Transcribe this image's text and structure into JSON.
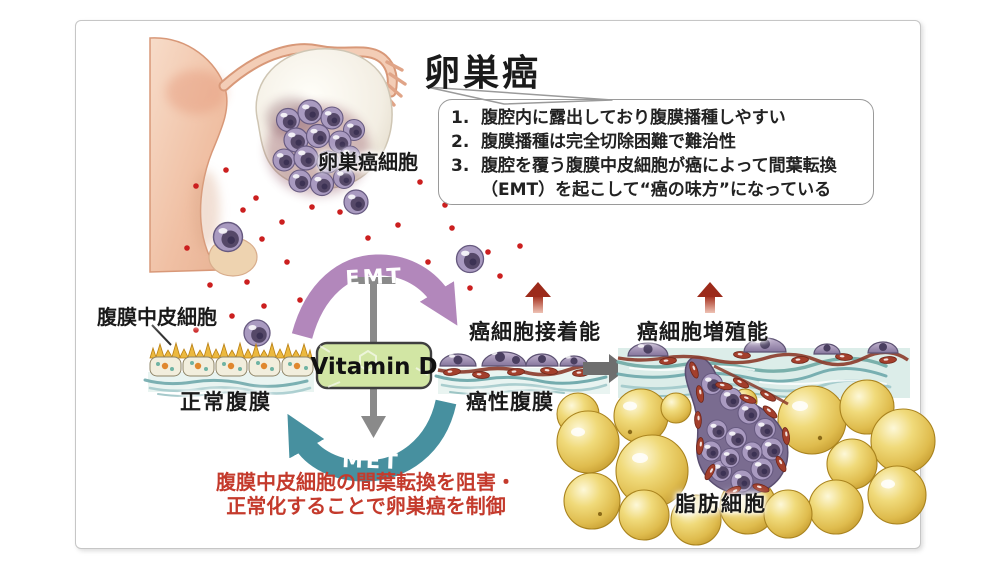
{
  "figure": {
    "title": "卵巣癌",
    "bubble": {
      "items": [
        {
          "num": "1.",
          "text": "腹腔内に露出しており腹膜播種しやすい"
        },
        {
          "num": "2.",
          "text": "腹膜播種は完全切除困難で難治性"
        },
        {
          "num": "3.",
          "text": "腹腔を覆う腹膜中皮細胞が癌によって間葉転換"
        },
        {
          "num": "",
          "text": "（EMT）を起こして“癌の味方”になっている"
        }
      ]
    },
    "labels": {
      "ovarian_cancer_cells": "卵巣癌細胞",
      "mesothelial_cells": "腹膜中皮細胞",
      "normal_peritoneum": "正常腹膜",
      "adhesion": "癌細胞接着能",
      "cancerous_peritoneum": "癌性腹膜",
      "proliferation": "癌細胞増殖能",
      "fat_cells": "脂肪細胞"
    },
    "cycle": {
      "top": "EMT",
      "bottom": "MET",
      "center": "Vitamin D"
    },
    "conclusion": {
      "line1": "腹膜中皮細胞の間葉転換を阻害・",
      "line2": "正常化することで卵巣癌を制御"
    },
    "colors": {
      "emt_arrow": "#b287bb",
      "met_arrow": "#47909f",
      "vitamin_d_box": "#d2e6a4",
      "inhibit_gray": "#8a8a8a",
      "up_arrow_red": "#9c2a1a",
      "conclusion_red": "#c43a2c",
      "seed_dot_red": "#cb1f1f",
      "fat_yellow": "#e3c34a",
      "cancer_cell_purple": "#8d7fa2"
    }
  }
}
